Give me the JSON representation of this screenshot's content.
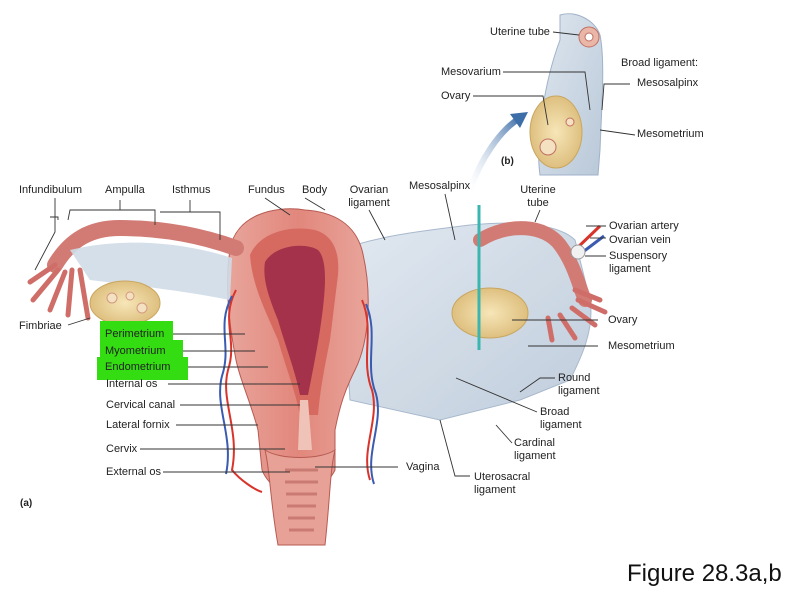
{
  "labels": {
    "uterine_tube_b": "Uterine tube",
    "broad_ligament_b": "Broad ligament:",
    "mesosalpinx_b": "Mesosalpinx",
    "mesovarium_b": "Mesovarium",
    "ovary_b": "Ovary",
    "mesometrium_b": "Mesometrium",
    "panel_b": "(b)",
    "infundibulum": "Infundibulum",
    "ampulla": "Ampulla",
    "isthmus": "Isthmus",
    "fundus": "Fundus",
    "body": "Body",
    "ovarian_ligament": "Ovarian\nligament",
    "mesosalpinx": "Mesosalpinx",
    "uterine_tube": "Uterine\ntube",
    "ovarian_artery": "Ovarian artery",
    "ovarian_vein": "Ovarian vein",
    "suspensory_ligament": "Suspensory\nligament",
    "fimbriae": "Fimbriae",
    "perimetrium": "Perimetrium",
    "myometrium": "Myometrium",
    "endometrium": "Endometrium",
    "internal_os": "Internal os",
    "cervical_canal": "Cervical canal",
    "lateral_fornix": "Lateral fornix",
    "cervix": "Cervix",
    "external_os": "External os",
    "vagina": "Vagina",
    "ovary": "Ovary",
    "mesometrium": "Mesometrium",
    "round_ligament": "Round\nligament",
    "broad_ligament": "Broad\nligament",
    "cardinal_ligament": "Cardinal\nligament",
    "uterosacral_ligament": "Uterosacral\nligament",
    "panel_a": "(a)"
  },
  "caption": "Figure 28.3a,b",
  "colors": {
    "highlight": "#33dd11",
    "uterus_outer": "#e39a92",
    "uterus_wall": "#d9786e",
    "endometrium": "#a4324a",
    "ligament": "#c9d6e4",
    "ovary": "#f0d9a0",
    "artery": "#d8342c",
    "vein": "#3a5bb0"
  }
}
